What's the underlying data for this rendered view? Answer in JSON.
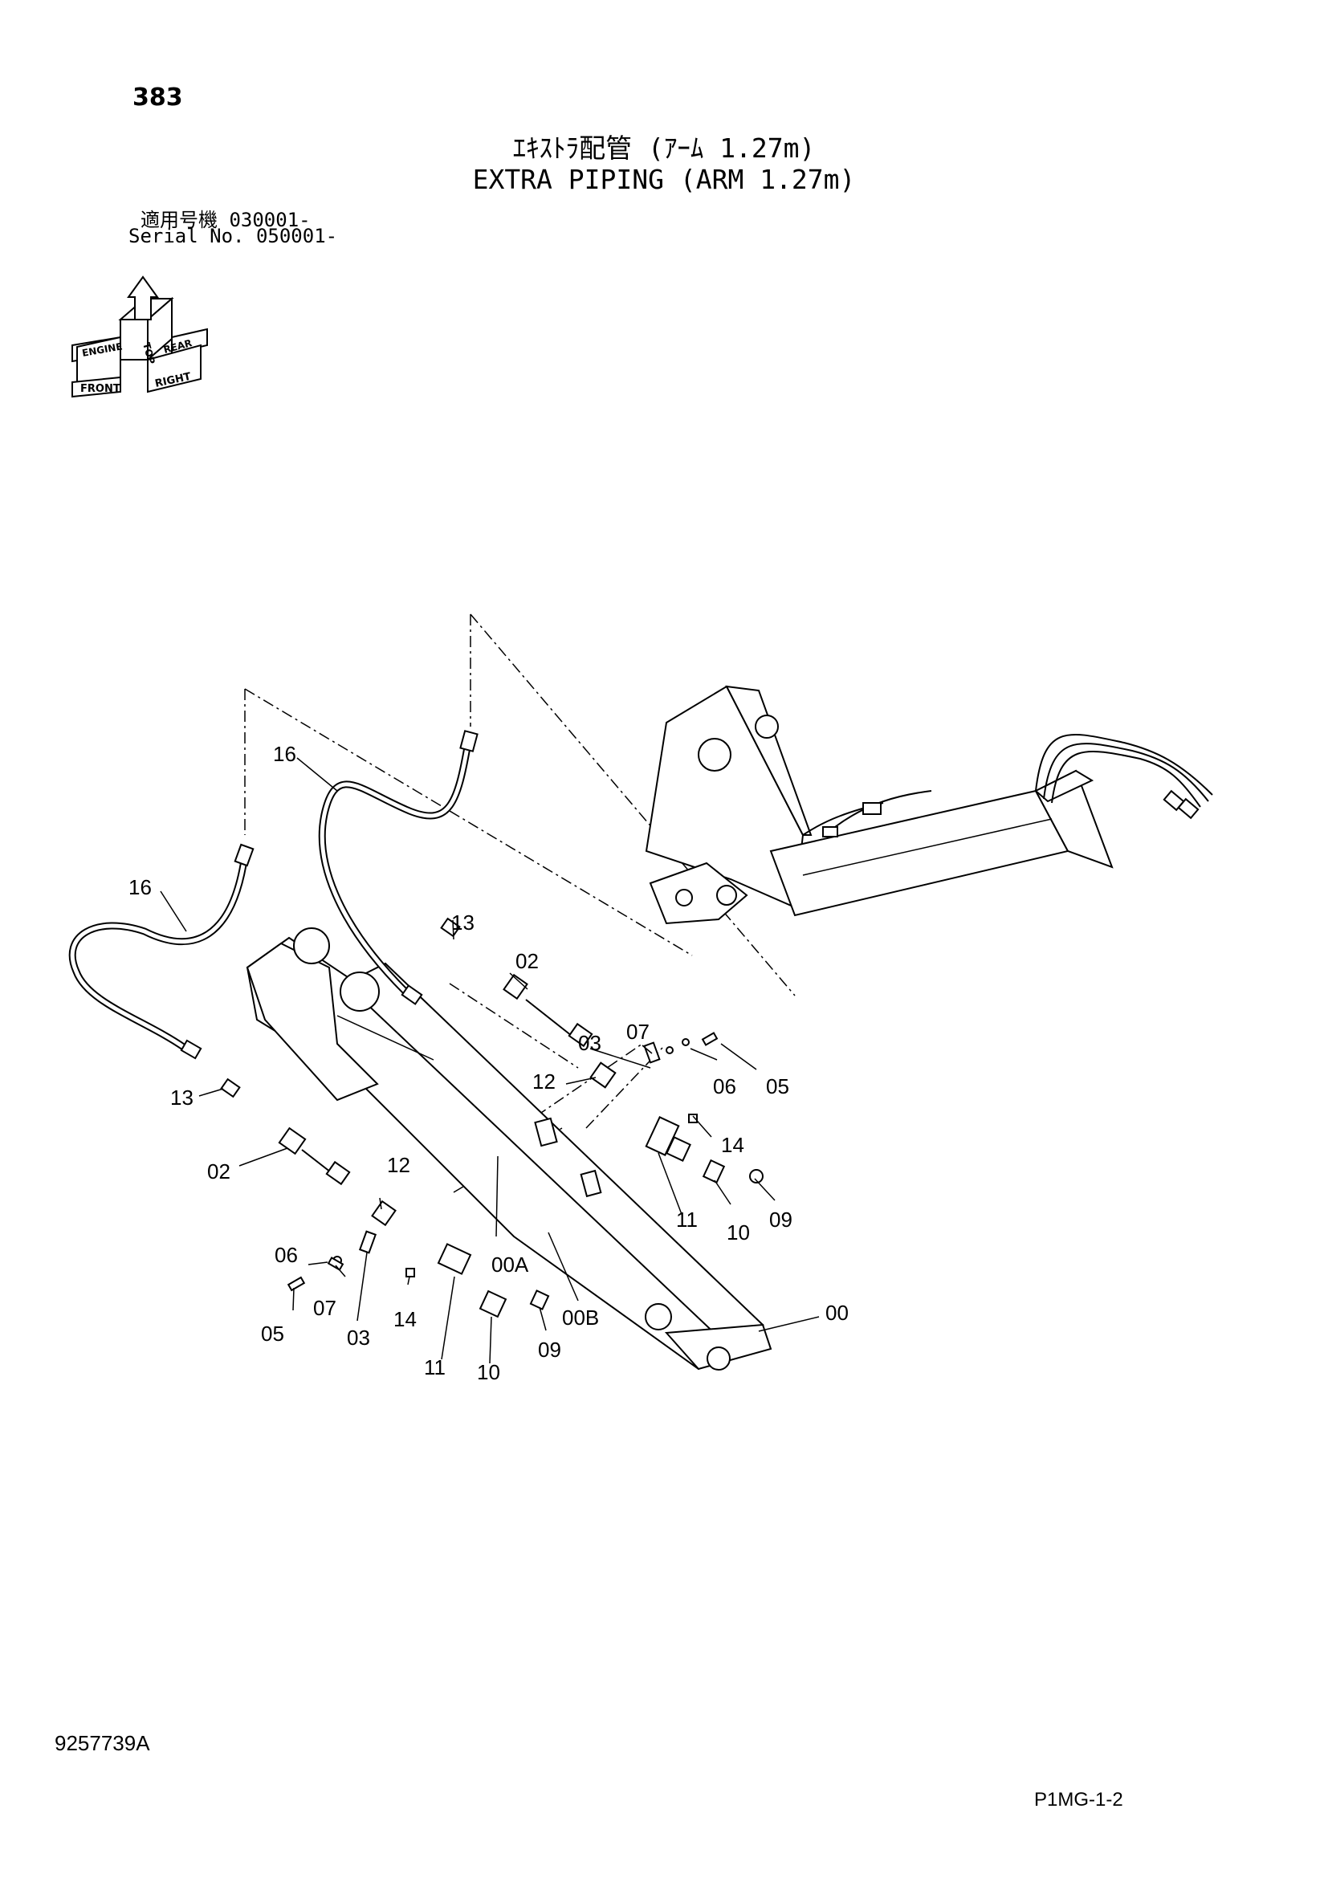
{
  "header": {
    "page_number": "383",
    "title_jp": "ｴｷｽﾄﾗ配管 (ｱｰﾑ 1.27m)",
    "title_en": "EXTRA PIPING (ARM 1.27m)",
    "serial_jp": "適用号機 030001-",
    "serial_en": "Serial No. 050001-"
  },
  "orientation": {
    "labels": [
      "TOP",
      "FRONT",
      "RIGHT",
      "ENGINE",
      "REAR"
    ]
  },
  "callouts": {
    "c16a": "16",
    "c16b": "16",
    "c13a": "13",
    "c13b": "13",
    "c02a": "02",
    "c02b": "02",
    "c03a": "03",
    "c03b": "03",
    "c07a": "07",
    "c07b": "07",
    "c06a": "06",
    "c06b": "06",
    "c05a": "05",
    "c05b": "05",
    "c12a": "12",
    "c12b": "12",
    "c14a": "14",
    "c14b": "14",
    "c11a": "11",
    "c11b": "11",
    "c10a": "10",
    "c10b": "10",
    "c09a": "09",
    "c09b": "09",
    "c00a": "00A",
    "c00b": "00B",
    "c00": "00"
  },
  "footer": {
    "doc_id": "9257739A",
    "sheet_code": "P1MG-1-2"
  }
}
